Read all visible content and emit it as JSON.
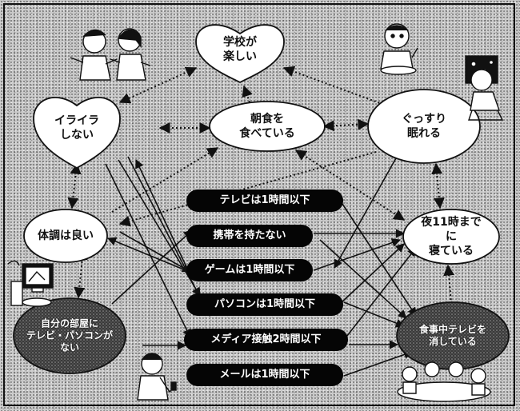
{
  "nodes": {
    "school_fun": "学校が\n楽しい",
    "not_irritated": "イライラ\nしない",
    "eat_breakfast": "朝食を\n食べている",
    "sleep_well": "ぐっすり\n眠れる",
    "good_health": "体調は良い",
    "sleep_by_11": "夜11時までに\n寝ている",
    "no_tv_pc_room": "自分の部屋に\nテレビ・パソコンが\nない",
    "no_tv_meals": "食事中テレビを\n消している"
  },
  "habits": [
    "テレビは1時間以下",
    "携帯を持たない",
    "ゲームは1時間以下",
    "パソコンは1時間以下",
    "メディア接触2時間以下",
    "メールは1時間以下"
  ]
}
